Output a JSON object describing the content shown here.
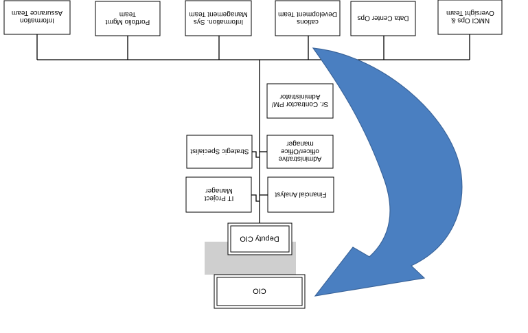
{
  "colors": {
    "arrow_fill": "#4a7fc1",
    "arrow_stroke": "#3b659b",
    "shadow": "#cfcfcf",
    "lines": "#000000"
  },
  "diagram": {
    "orientation": "rotated-180",
    "nodes": {
      "cio": [
        "CIO"
      ],
      "deputy_cio": [
        "Deputy CIO"
      ],
      "it_project_manager": [
        "IT Project",
        "Manager"
      ],
      "financial_analyst": [
        "Financial Analyst"
      ],
      "strategic_specialist": [
        "Strategic Specialist"
      ],
      "admin_officer": [
        "Administrative",
        "officer/Office",
        "manager"
      ],
      "contractor_pm": [
        "Sr. Contractor PM/",
        "Administrator"
      ],
      "team_info_assurance": [
        "Information",
        "Assurance Team"
      ],
      "team_portfolio": [
        "Portfolio Mgmt",
        "Team"
      ],
      "team_sys_mgmt": [
        "Information. Sys",
        "Management Team"
      ],
      "team_app_dev": [
        "cations",
        "Development Team"
      ],
      "team_data_center": [
        "Data Center Ops"
      ],
      "team_nmci": [
        "NMCI Ops &",
        "Oversight Team"
      ]
    }
  }
}
